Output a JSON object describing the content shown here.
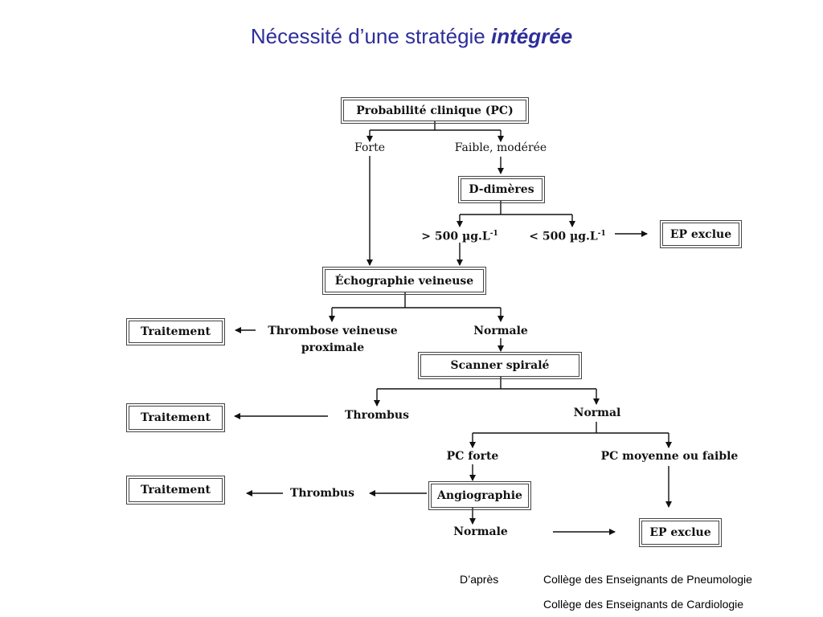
{
  "title": {
    "main": "Nécessité d’une stratégie",
    "emphasis": "intégrée"
  },
  "flowchart": {
    "probabilite": "Probabilité clinique (PC)",
    "forte": "Forte",
    "faible_moderee": "Faible, modérée",
    "d_dimeres": "D-dimères",
    "ddim_high_prefix": "> 500 µg.L",
    "ddim_low_prefix": "<  500 µg.L",
    "exponent": "-1",
    "ep_exclue_1": "EP exclue",
    "echographie": "Échographie veineuse",
    "traitement_1": "Traitement",
    "thrombose_line1": "Thrombose veineuse",
    "thrombose_line2": "proximale",
    "normale_1": "Normale",
    "scanner": "Scanner spiralé",
    "traitement_2": "Traitement",
    "thrombus_1": "Thrombus",
    "normal": "Normal",
    "pc_forte": "PC  forte",
    "pc_moyenne": "PC moyenne ou faible",
    "traitement_3": "Traitement",
    "thrombus_2": "Thrombus",
    "angiographie": "Angiographie",
    "normale_2": "Normale",
    "ep_exclue_2": "EP exclue"
  },
  "credit": {
    "prefix": "D’après",
    "line1": "Collège des Enseignants de Pneumologie",
    "line2": "Collège des Enseignants de Cardiologie"
  }
}
